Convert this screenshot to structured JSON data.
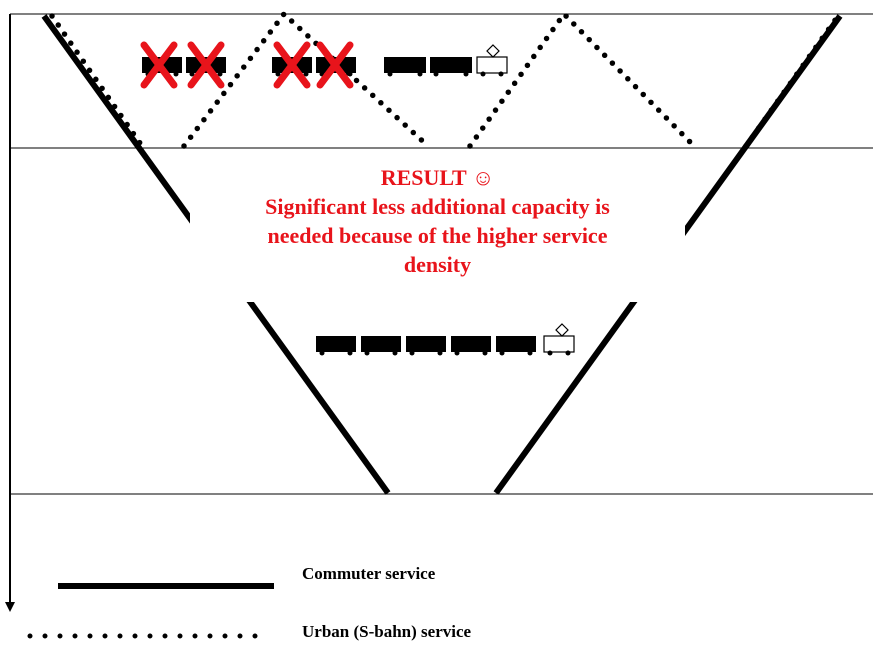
{
  "result": {
    "title": "RESULT",
    "smiley": "☺",
    "lines": [
      "Significant less additional capacity is",
      "needed because of the higher service",
      "density"
    ]
  },
  "legend": {
    "commuter": "Commuter service",
    "urban": "Urban (S-bahn) service"
  },
  "colors": {
    "result_text": "#e8141b",
    "cross": "#e8141b",
    "line": "#000000"
  },
  "icons": [
    "cross-mark-icon",
    "train-car-icon",
    "locomotive-icon"
  ]
}
